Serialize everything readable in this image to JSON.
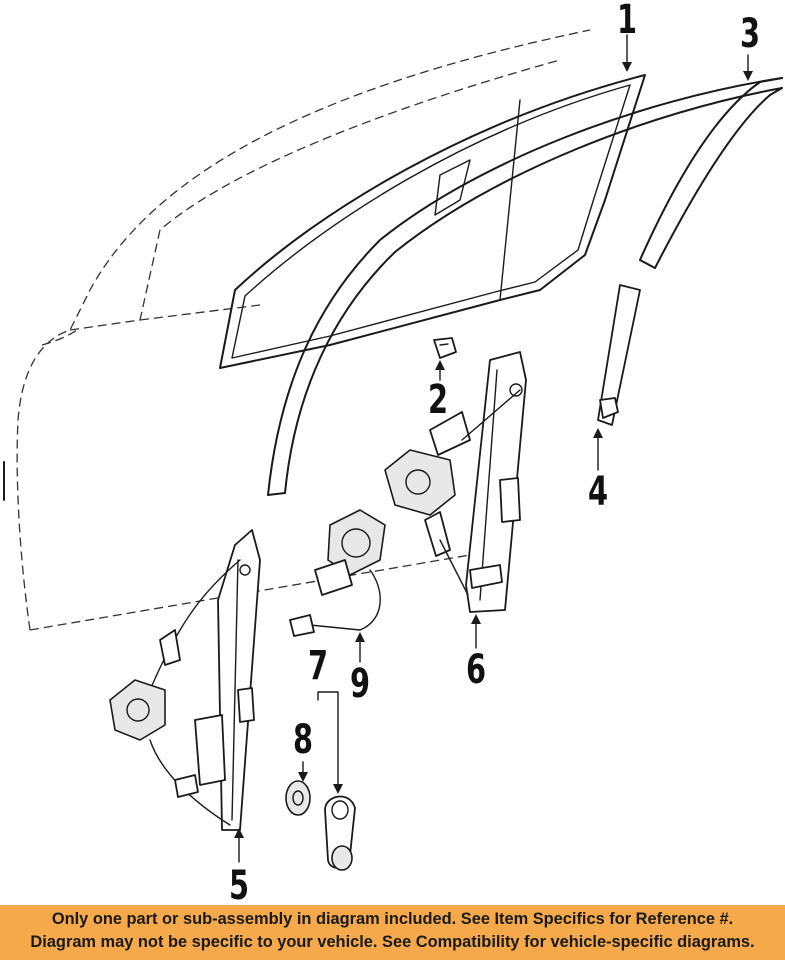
{
  "callouts": [
    {
      "id": "1",
      "label": "1"
    },
    {
      "id": "2",
      "label": "2"
    },
    {
      "id": "3",
      "label": "3"
    },
    {
      "id": "4",
      "label": "4"
    },
    {
      "id": "5",
      "label": "5"
    },
    {
      "id": "6",
      "label": "6"
    },
    {
      "id": "7",
      "label": "7"
    },
    {
      "id": "8",
      "label": "8"
    },
    {
      "id": "9",
      "label": "9"
    }
  ],
  "banner": {
    "line1": "Only one part or sub-assembly in diagram included. See Item Specifics for Reference #.",
    "line2": "Diagram may not be specific to your vehicle. See Compatibility for vehicle-specific diagrams.",
    "background": "#f5a94b"
  }
}
